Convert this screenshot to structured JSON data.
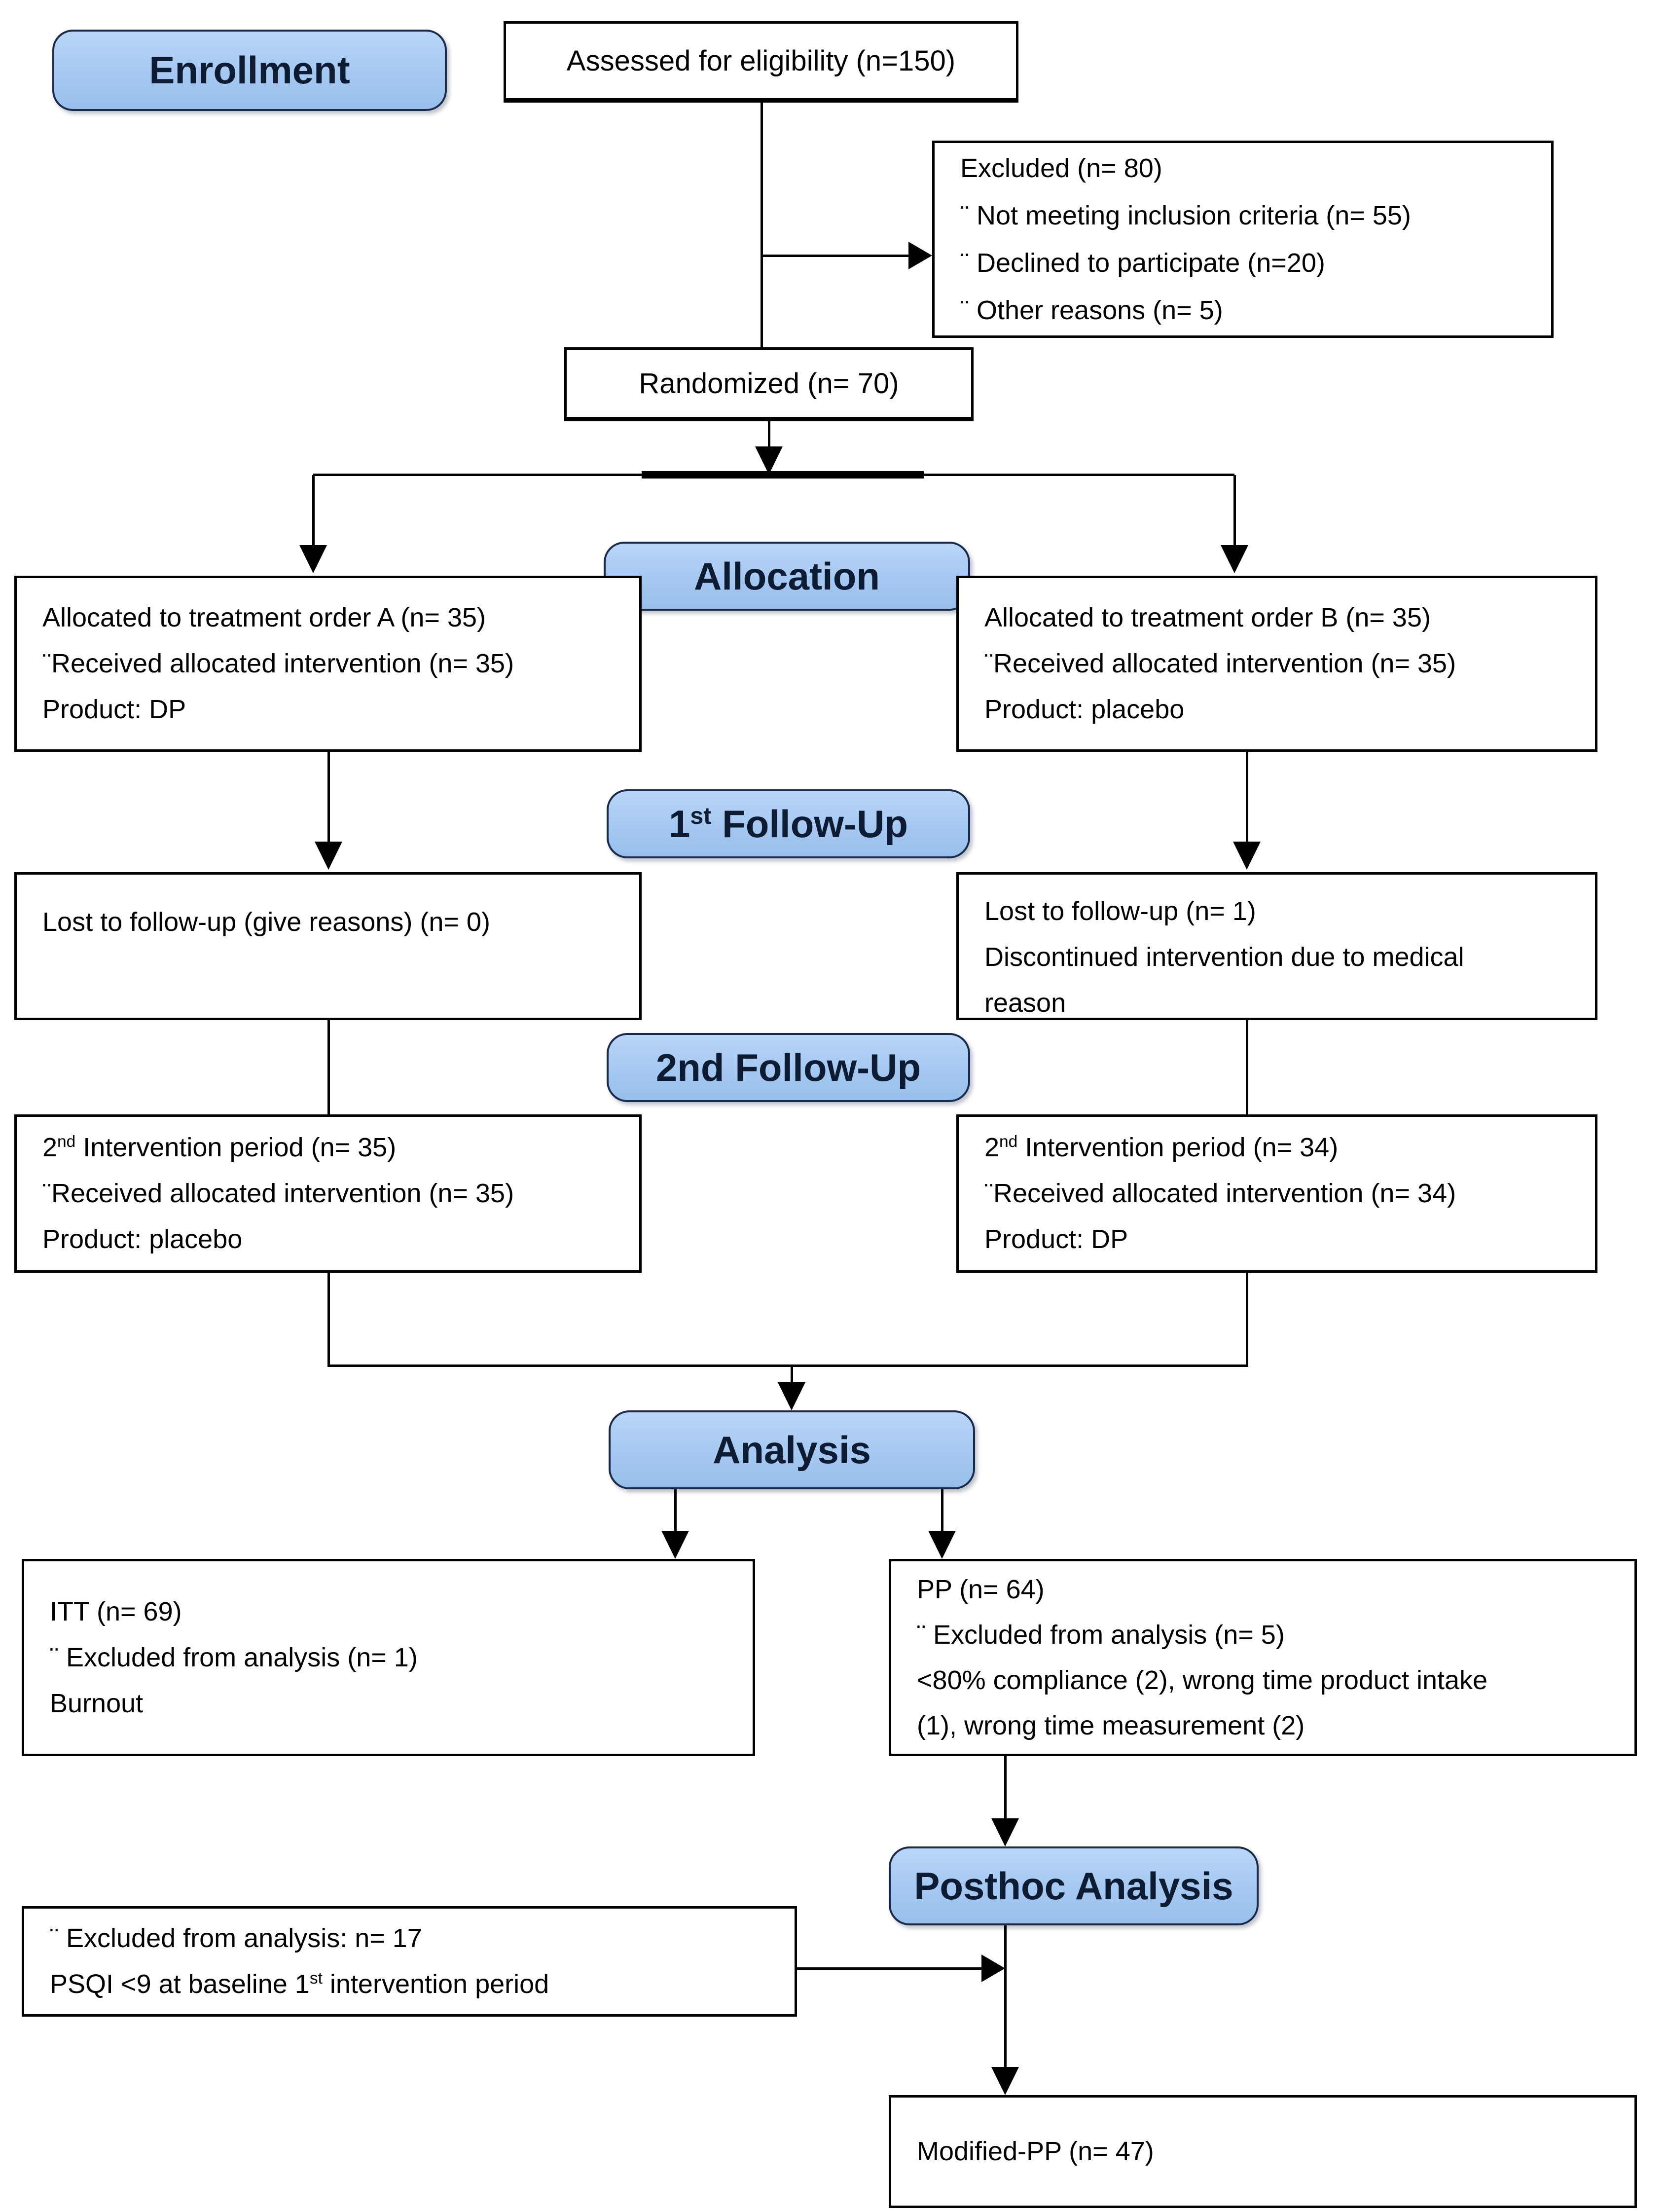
{
  "stages": {
    "enrollment": "Enrollment",
    "allocation": "Allocation",
    "followup1": {
      "pre": "1",
      "sup": "st",
      "post": " Follow-Up"
    },
    "followup2": "2nd Follow-Up",
    "analysis": "Analysis",
    "posthoc": "Posthoc Analysis"
  },
  "boxes": {
    "eligibility": {
      "text": "Assessed for eligibility (n=150)"
    },
    "excluded": {
      "l1": "Excluded  (n= 80)",
      "l2": "¨  Not meeting inclusion criteria (n= 55)",
      "l3": "¨  Declined to participate (n=20)",
      "l4": "¨ Other reasons (n= 5)"
    },
    "randomized": {
      "text": "Randomized  (n= 70)"
    },
    "alloc_a": {
      "l1": "Allocated to treatment order A (n= 35)",
      "l2": "¨Received allocated intervention (n= 35)",
      "l3": "Product:  DP"
    },
    "alloc_b": {
      "l1": "Allocated to treatment order B (n= 35)",
      "l2": "¨Received allocated intervention (n= 35)",
      "l3": "Product: placebo"
    },
    "lost_a": {
      "l1": "Lost to follow-up (give reasons) (n= 0)"
    },
    "lost_b": {
      "l1": "Lost to follow-up (n= 1)",
      "l2": "Discontinued intervention due to medical",
      "l3": "reason"
    },
    "interv_a": {
      "l1": {
        "pre": "2",
        "sup": "nd",
        "post": " Intervention period (n= 35)"
      },
      "l2": "¨Received allocated intervention (n= 35)",
      "l3": "Product: placebo"
    },
    "interv_b": {
      "l1": {
        "pre": "2",
        "sup": "nd",
        "post": " Intervention period (n= 34)"
      },
      "l2": "¨Received allocated intervention (n= 34)",
      "l3": "Product: DP"
    },
    "itt": {
      "l1": "ITT (n= 69)",
      "l2": "¨ Excluded from analysis (n= 1)",
      "l3": "Burnout"
    },
    "pp": {
      "l1": "PP (n= 64)",
      "l2": "¨ Excluded from analysis (n= 5)",
      "l3": "<80% compliance (2), wrong time product intake",
      "l4": "(1), wrong time measurement (2)"
    },
    "excluded17": {
      "l1": "¨ Excluded from analysis: n= 17",
      "l2": {
        "pre": "PSQI <9 at baseline 1",
        "sup": "st",
        "post": " intervention period"
      }
    },
    "modified_pp": {
      "text": "Modified-PP (n= 47)"
    }
  },
  "colors": {
    "stage_fill": "#a5c8f1",
    "stage_border": "#1b2a4a",
    "stage_text": "#0d1b33",
    "box_border": "#000000",
    "connector": "#000000"
  }
}
